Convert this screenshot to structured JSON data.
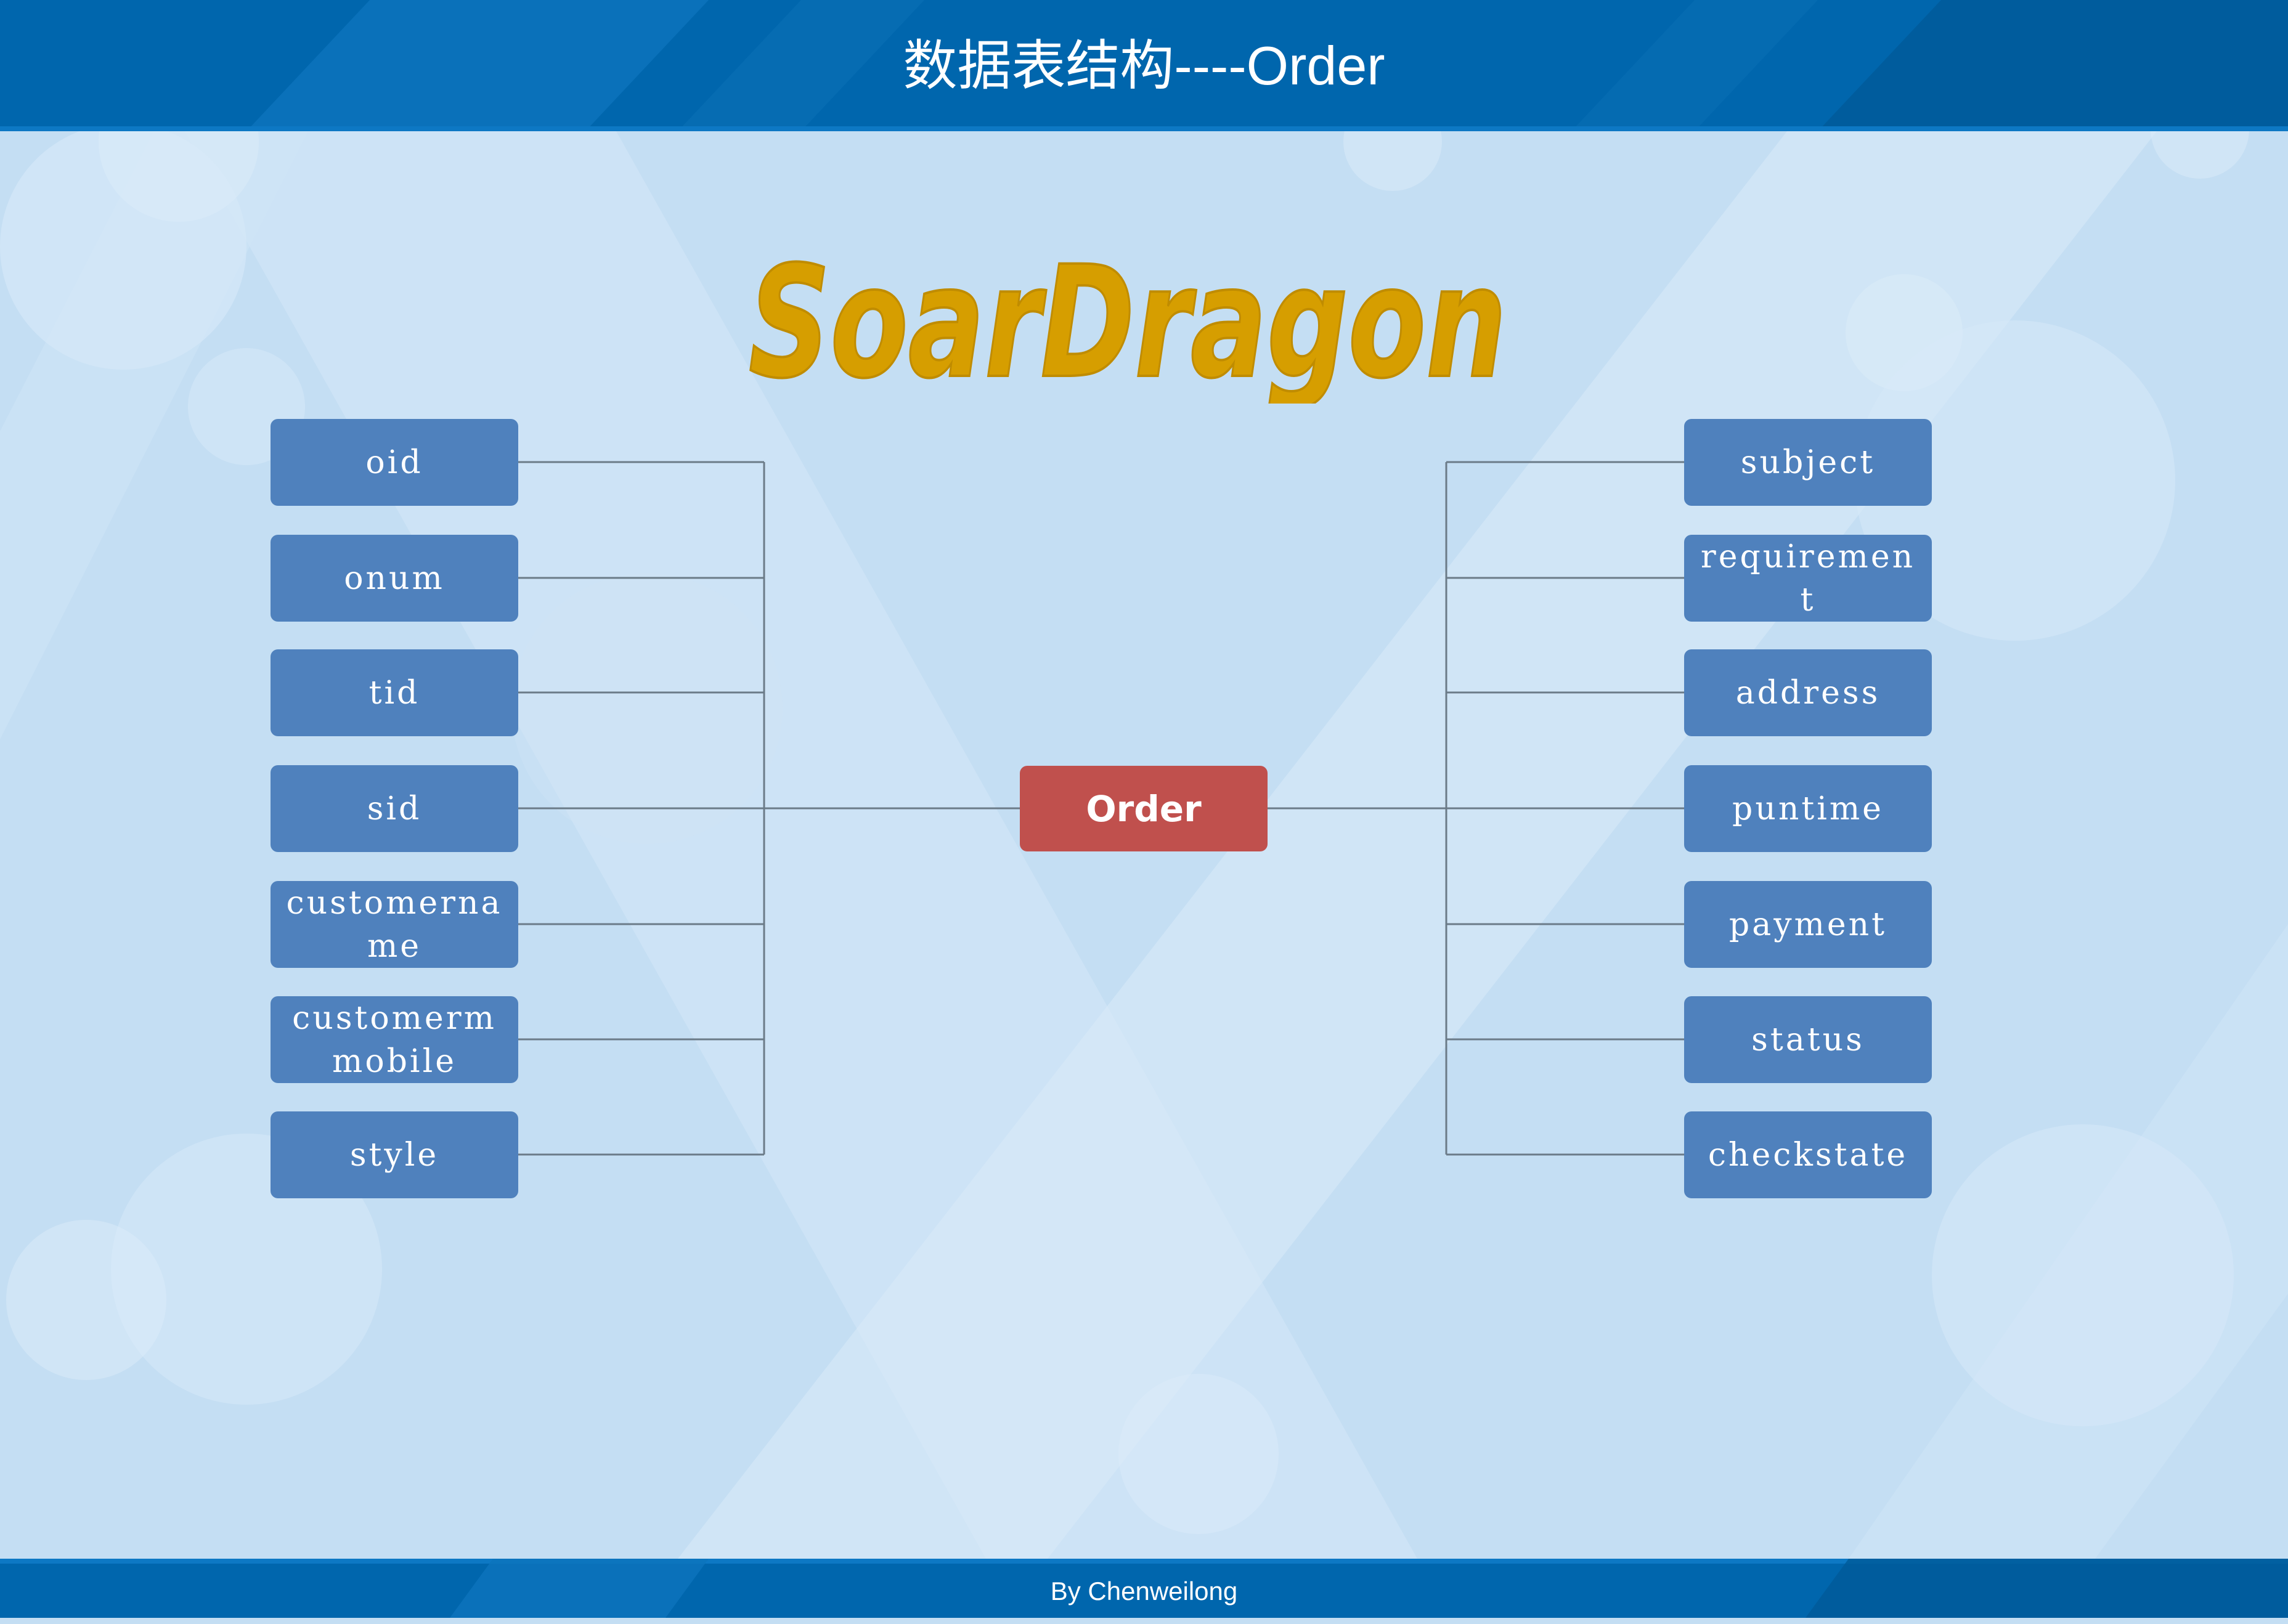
{
  "header": {
    "title": "数据表结构----Order"
  },
  "logo": {
    "text": "SoarDragon",
    "color": "#d69e00"
  },
  "center": {
    "label": "Order",
    "color": "#c0504d"
  },
  "fields": {
    "left": [
      "oid",
      "onum",
      "tid",
      "sid",
      "customername",
      "customermmobile",
      "style"
    ],
    "right": [
      "subject",
      "requirement",
      "address",
      "puntime",
      "payment",
      "status",
      "checkstate"
    ]
  },
  "field_color": "#4f81bd",
  "footer": {
    "byline": "By  Chenweilong"
  }
}
